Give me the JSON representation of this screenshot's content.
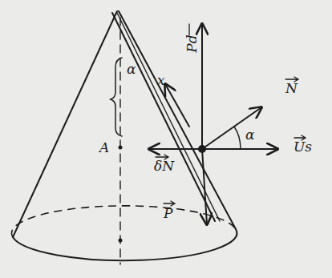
{
  "diagram": {
    "labels": [
      "Pd",
      "N",
      "x",
      "α",
      "α",
      "Us",
      "δN",
      "A",
      "P"
    ]
  }
}
